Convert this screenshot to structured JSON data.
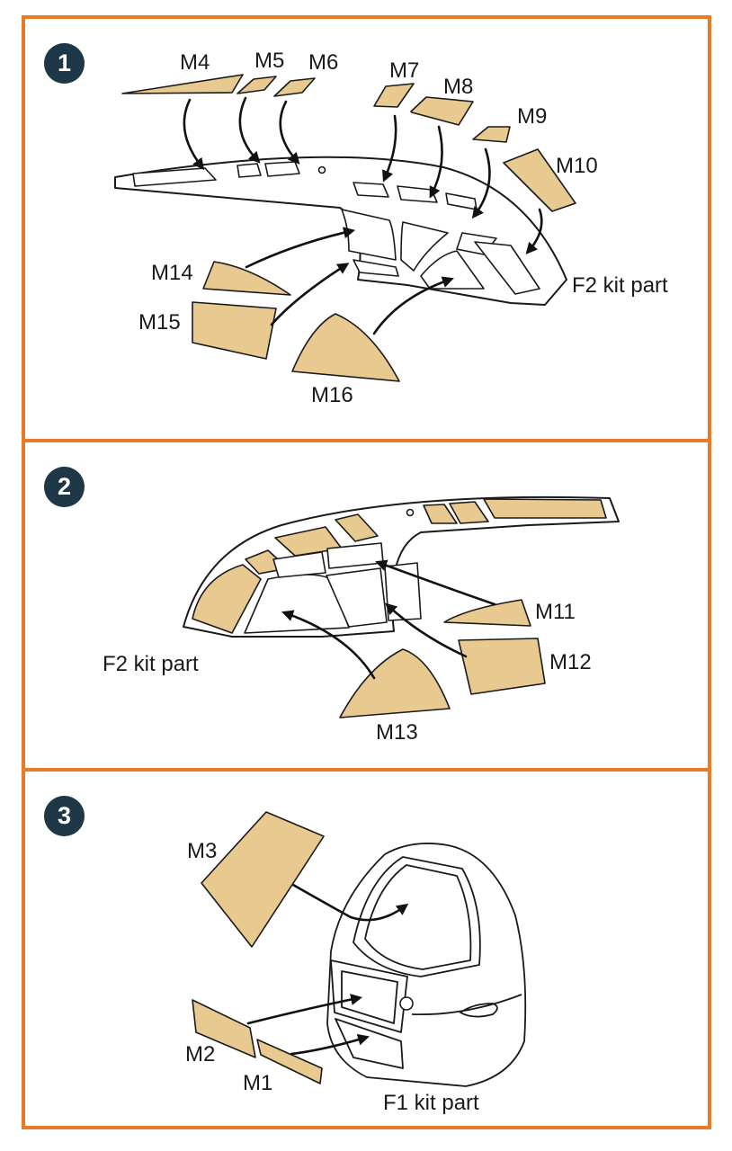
{
  "panels": [
    {
      "step": "1",
      "kit_part": "F2 kit part",
      "masks": [
        "M4",
        "M5",
        "M6",
        "M7",
        "M8",
        "M9",
        "M10",
        "M14",
        "M15",
        "M16"
      ]
    },
    {
      "step": "2",
      "kit_part": "F2 kit part",
      "masks": [
        "M11",
        "M12",
        "M13"
      ]
    },
    {
      "step": "3",
      "kit_part": "F1 kit part",
      "masks": [
        "M3",
        "M2",
        "M1"
      ]
    }
  ],
  "colors": {
    "border": "#ea7a24",
    "step_badge": "#1f3847",
    "mask_fill": "#e8c98f"
  }
}
